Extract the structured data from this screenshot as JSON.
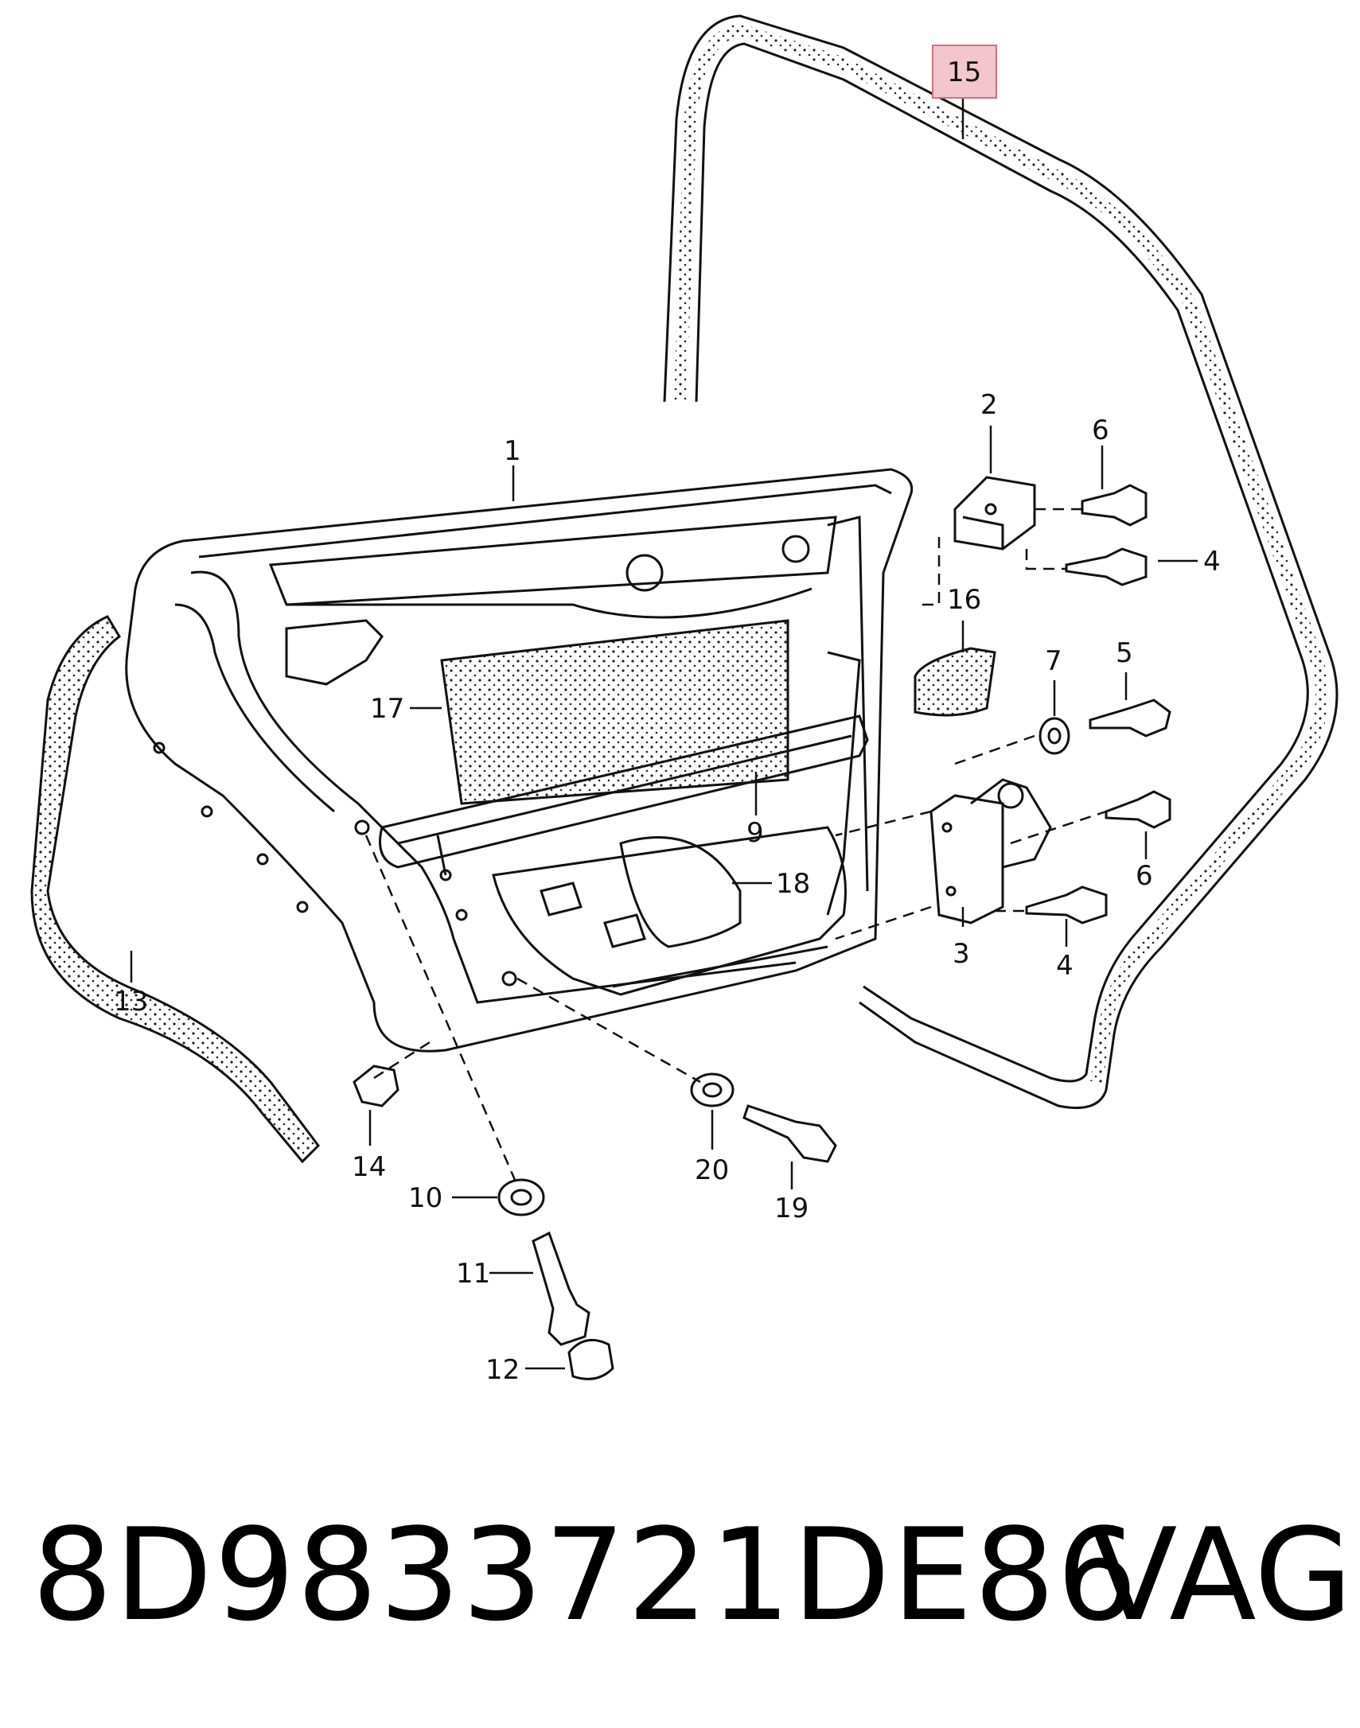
{
  "callouts": [
    {
      "id": "c1",
      "text": "1"
    },
    {
      "id": "c2",
      "text": "2"
    },
    {
      "id": "c3",
      "text": "3"
    },
    {
      "id": "c4a",
      "text": "4"
    },
    {
      "id": "c4b",
      "text": "4"
    },
    {
      "id": "c5",
      "text": "5"
    },
    {
      "id": "c6a",
      "text": "6"
    },
    {
      "id": "c6b",
      "text": "6"
    },
    {
      "id": "c7",
      "text": "7"
    },
    {
      "id": "c9",
      "text": "9"
    },
    {
      "id": "c10",
      "text": "10"
    },
    {
      "id": "c11",
      "text": "11"
    },
    {
      "id": "c12",
      "text": "12"
    },
    {
      "id": "c13",
      "text": "13"
    },
    {
      "id": "c14",
      "text": "14"
    },
    {
      "id": "c15",
      "text": "15"
    },
    {
      "id": "c16",
      "text": "16"
    },
    {
      "id": "c17",
      "text": "17"
    },
    {
      "id": "c18",
      "text": "18"
    },
    {
      "id": "c19",
      "text": "19"
    },
    {
      "id": "c20",
      "text": "20"
    }
  ],
  "highlighted_callout": "15",
  "highlight_color": "#f2c6cc",
  "highlight_border": "#d0707c",
  "footer": {
    "part_number": "8D9833721DE86",
    "brand": "VAG"
  }
}
